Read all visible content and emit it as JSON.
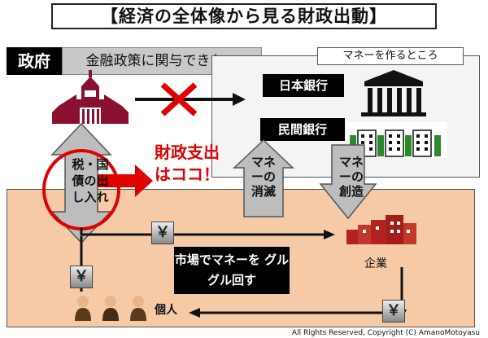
{
  "title": "【経済の全体像から見る財政出動】",
  "government": {
    "label": "政府",
    "policy_note": "金融政策に関与できない"
  },
  "money_creation": {
    "title": "マネーを作るところ",
    "central_bank": "日本銀行",
    "private_banks": "民間銀行"
  },
  "flows": {
    "tax_bonds": "税・国債の出し入れ",
    "fiscal_spending": "財政支出はココ！",
    "money_destruction": "マネーの消滅",
    "money_creation": "マネーの創造"
  },
  "market": {
    "center_label": "市場でマネーを グルグル回す",
    "company": "企業",
    "individuals": "個人"
  },
  "icons": {
    "yen_symbol": "￥"
  },
  "copyright": "All Rights Reserved, Copyright (C)  AmanoMotoyasu",
  "colors": {
    "market_bg": "#f6caa6",
    "red_accent": "#e00000",
    "gov_maroon": "#8a1030"
  }
}
